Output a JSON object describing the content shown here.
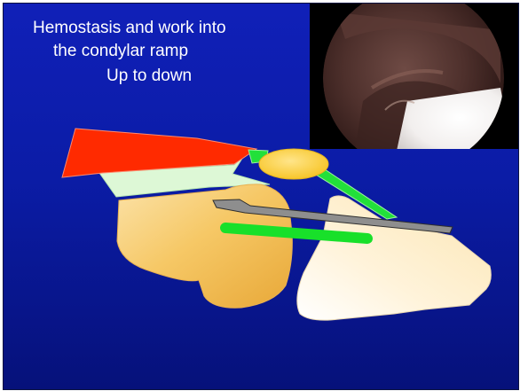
{
  "title": {
    "line1": "Hemostasis and work into",
    "line2": "the  condylar ramp",
    "line3": "Up to down"
  },
  "colors": {
    "background": "#0b1ca6",
    "muscle_red": "#ff2a00",
    "disc_green": "#dff8d8",
    "ligament_green": "#17e03a",
    "condyle": "#f5c05a",
    "fossa_bone": "#fff0cc",
    "fat_pad": "#ffd84a",
    "instrument": "#8c8c8c",
    "guide_bar": "#18e02a"
  },
  "elements": {
    "endoscope_image": "arthroscopic-view",
    "instrument": "probe-instrument"
  }
}
